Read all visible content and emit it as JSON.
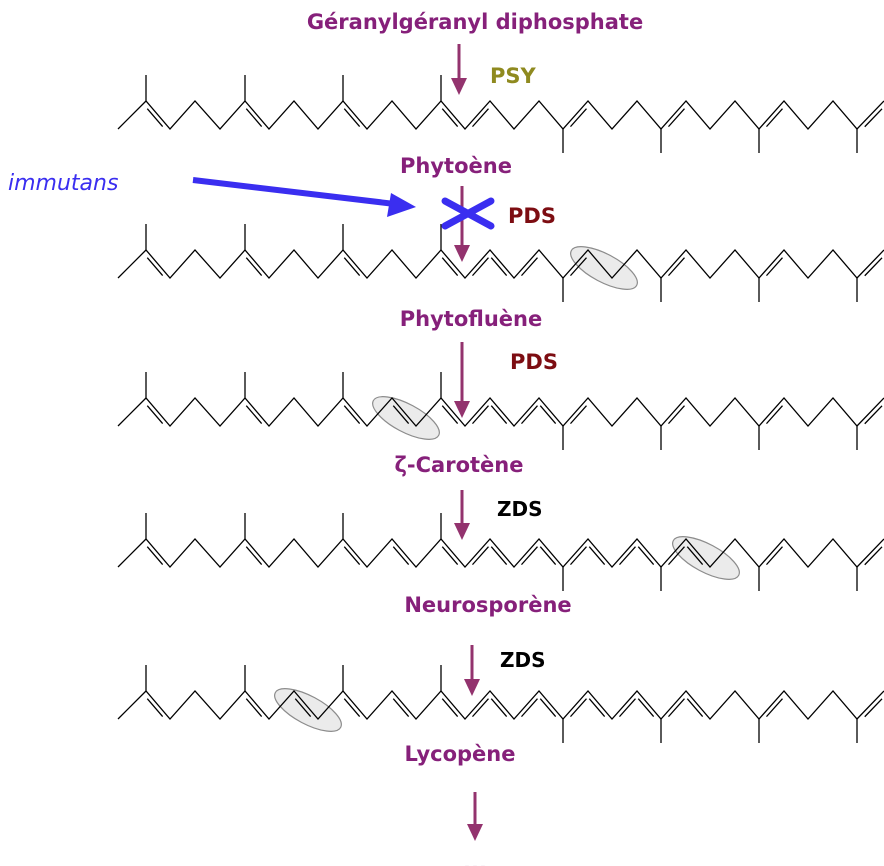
{
  "pathway": {
    "compounds": [
      {
        "id": "ggpp",
        "label": "Géranylgéranyl diphosphate"
      },
      {
        "id": "phytoene",
        "label": "Phytoène"
      },
      {
        "id": "phytofluene",
        "label": "Phytofluène"
      },
      {
        "id": "zeta_carotene",
        "label": "ζ-Carotène"
      },
      {
        "id": "neurosporene",
        "label": "Neurosporène"
      },
      {
        "id": "lycopene",
        "label": "Lycopène"
      },
      {
        "id": "continuation",
        "label": "..."
      }
    ],
    "enzymes": [
      {
        "id": "psy",
        "label": "PSY",
        "color": "#8f8a1f"
      },
      {
        "id": "pds1",
        "label": "PDS",
        "color": "#7d0d12"
      },
      {
        "id": "pds2",
        "label": "PDS",
        "color": "#7d0d12"
      },
      {
        "id": "zds1",
        "label": "ZDS",
        "color": "#000000"
      },
      {
        "id": "zds2",
        "label": "ZDS",
        "color": "#000000"
      }
    ],
    "mutant": {
      "label": "immutans",
      "color": "#3a2ef0",
      "blocks_step": "phytoene_to_phytofluene"
    },
    "colors": {
      "compound": "#86207a",
      "arrow": "#93336e",
      "inhibition_cross": "#3a2ef0"
    }
  }
}
